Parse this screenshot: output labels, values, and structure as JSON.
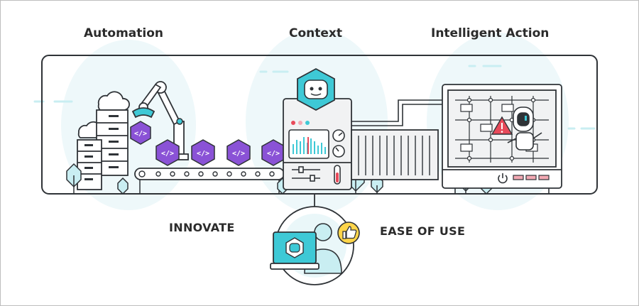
{
  "headings": {
    "automation": "Automation",
    "context": "Context",
    "intelligent_action": "Intelligent Action"
  },
  "labels": {
    "innovate": "INNOVATE",
    "ease_of_use": "EASE OF USE"
  },
  "conveyor": {
    "code_tag": "</>",
    "item_count": 5
  },
  "colors": {
    "outline": "#2f3337",
    "teal": "#3ec9d6",
    "teal_light": "#c9eef2",
    "teal_pale": "#eaf7f9",
    "purple": "#8a52d6",
    "red": "#e84a5a",
    "pink": "#f3a9b3",
    "panel_light": "#f1f2f3"
  },
  "icons": {
    "robot": "robot-head-icon",
    "servers": "server-rack-icon",
    "cloud": "cloud-icon",
    "robot_arm": "robotic-arm-icon",
    "code": "code-brackets-icon",
    "warning": "warning-triangle-icon",
    "thumbs_up": "thumbs-up-icon",
    "power": "power-icon",
    "user": "user-icon"
  }
}
